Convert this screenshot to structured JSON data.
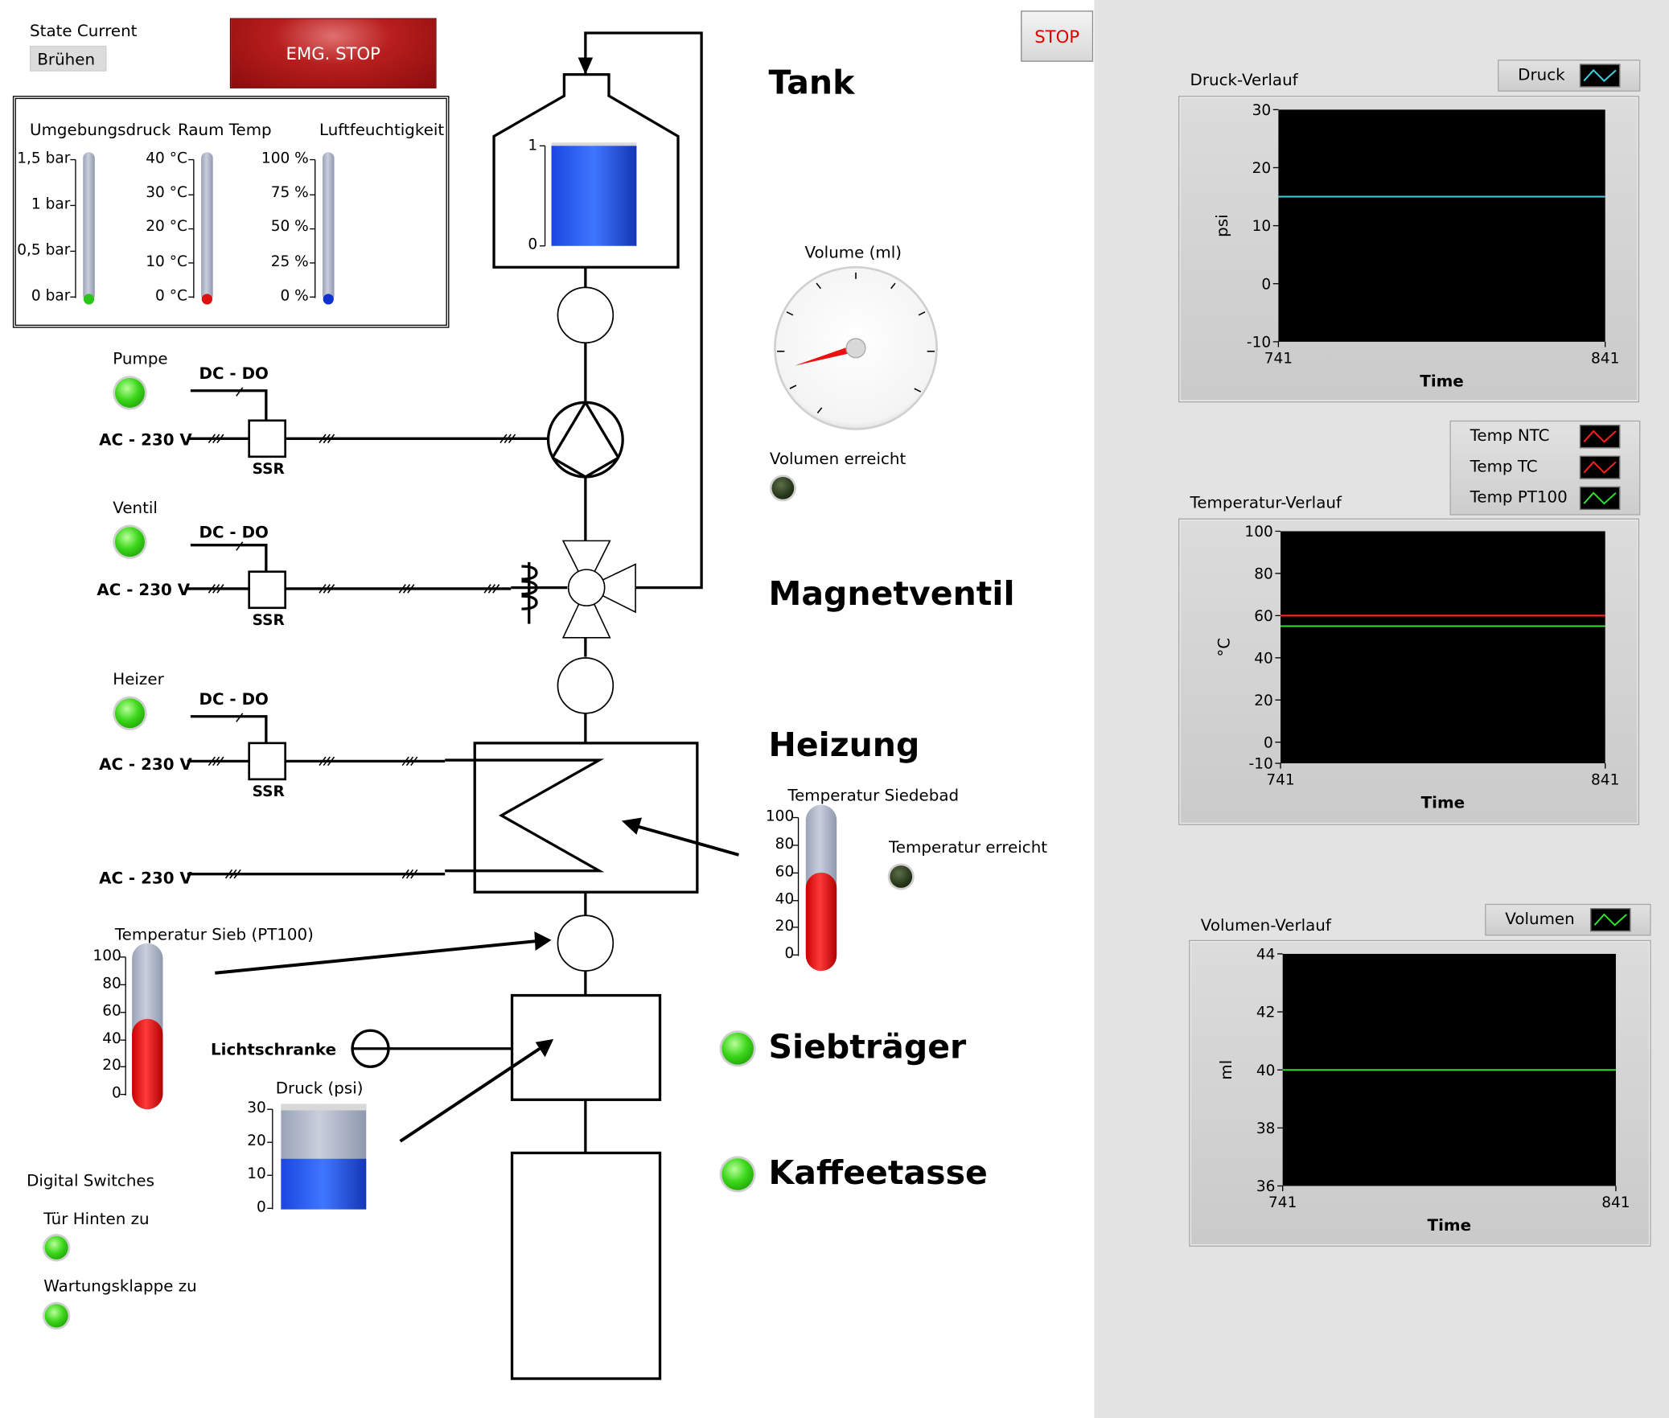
{
  "state": {
    "label": "State Current",
    "value": "Brühen"
  },
  "buttons": {
    "emg_stop": "EMG. STOP",
    "stop": "STOP"
  },
  "ambient": {
    "pressure": {
      "label": "Umgebungsdruck",
      "ticks": [
        "1,5 bar",
        "1 bar",
        "0,5 bar",
        "0 bar"
      ]
    },
    "room_temp": {
      "label": "Raum Temp",
      "ticks": [
        "40 °C",
        "30 °C",
        "20 °C",
        "10 °C",
        "0 °C"
      ]
    },
    "humidity": {
      "label": "Luftfeuchtigkeit",
      "ticks": [
        "100 %",
        "75 %",
        "50 %",
        "25 %",
        "0 %"
      ]
    }
  },
  "indicators": {
    "pump": {
      "label": "Pumpe",
      "state": "on"
    },
    "valve": {
      "label": "Ventil",
      "state": "on"
    },
    "heater": {
      "label": "Heizer",
      "state": "on"
    },
    "volume_reached": {
      "label": "Volumen erreicht",
      "state": "off"
    },
    "temp_reached": {
      "label": "Temperatur erreicht",
      "state": "off"
    },
    "portafilter": {
      "state": "on"
    },
    "cup": {
      "state": "on"
    }
  },
  "wiring": {
    "dc_do": "DC - DO",
    "ac_230": "AC - 230 V",
    "ssr": "SSR",
    "light_barrier": "Lichtschranke"
  },
  "components": {
    "tank": "Tank",
    "solenoid_valve": "Magnetventil",
    "heating": "Heizung",
    "portafilter": "Siebträger",
    "cup": "Kaffeetasse"
  },
  "tank_gauge": {
    "ticks": [
      "1",
      "0"
    ],
    "level": 1.0
  },
  "volume_gauge": {
    "label": "Volume (ml)",
    "ticks": [
      "0",
      "25",
      "50",
      "75",
      "100",
      "150",
      "175",
      "200",
      "250"
    ],
    "value": 40
  },
  "boiler_temp": {
    "label": "Temperatur Siedebad",
    "ticks": [
      "100",
      "80",
      "60",
      "40",
      "20",
      "0"
    ],
    "value": 60
  },
  "sieve_temp": {
    "label": "Temperatur Sieb (PT100)",
    "ticks": [
      "100",
      "80",
      "60",
      "40",
      "20",
      "0"
    ],
    "value": 55
  },
  "pressure_tank": {
    "label": "Druck (psi)",
    "ticks": [
      "30",
      "20",
      "10",
      "0"
    ],
    "value": 15
  },
  "digital_switches": {
    "title": "Digital Switches",
    "items": [
      {
        "label": "Tür Hinten zu",
        "state": "on"
      },
      {
        "label": "Wartungsklappe zu",
        "state": "on"
      }
    ]
  },
  "charts": {
    "pressure": {
      "title": "Druck-Verlauf",
      "legend": [
        {
          "name": "Druck",
          "color": "#3fd0e0"
        }
      ],
      "ylabel": "psi",
      "xlabel": "Time",
      "y_ticks": [
        "30",
        "20",
        "10",
        "0",
        "-10"
      ],
      "x_ticks": [
        "741",
        "841"
      ]
    },
    "temperature": {
      "title": "Temperatur-Verlauf",
      "legend": [
        {
          "name": "Temp NTC",
          "color": "#ff2020"
        },
        {
          "name": "Temp TC",
          "color": "#ff2020"
        },
        {
          "name": "Temp PT100",
          "color": "#30e030"
        }
      ],
      "ylabel": "°C",
      "xlabel": "Time",
      "y_ticks": [
        "100",
        "80",
        "60",
        "40",
        "20",
        "0",
        "-10"
      ],
      "x_ticks": [
        "741",
        "841"
      ]
    },
    "volume": {
      "title": "Volumen-Verlauf",
      "legend": [
        {
          "name": "Volumen",
          "color": "#30e030"
        }
      ],
      "ylabel": "ml",
      "xlabel": "Time",
      "y_ticks": [
        "44",
        "42",
        "40",
        "38",
        "36"
      ],
      "x_ticks": [
        "741",
        "841"
      ]
    }
  },
  "chart_data": [
    {
      "type": "line",
      "title": "Druck-Verlauf",
      "xlabel": "Time",
      "ylabel": "psi",
      "xlim": [
        741,
        841
      ],
      "ylim": [
        -10,
        30
      ],
      "series": [
        {
          "name": "Druck",
          "x": [
            741,
            841
          ],
          "values": [
            15,
            15
          ],
          "color": "#3fd0e0"
        }
      ]
    },
    {
      "type": "line",
      "title": "Temperatur-Verlauf",
      "xlabel": "Time",
      "ylabel": "°C",
      "xlim": [
        741,
        841
      ],
      "ylim": [
        -10,
        100
      ],
      "series": [
        {
          "name": "Temp NTC",
          "x": [
            741,
            841
          ],
          "values": [
            60,
            60
          ],
          "color": "#ff2020"
        },
        {
          "name": "Temp TC",
          "x": [
            741,
            841
          ],
          "values": [
            60,
            60
          ],
          "color": "#ff2020"
        },
        {
          "name": "Temp PT100",
          "x": [
            741,
            841
          ],
          "values": [
            55,
            55
          ],
          "color": "#30e030"
        }
      ]
    },
    {
      "type": "line",
      "title": "Volumen-Verlauf",
      "xlabel": "Time",
      "ylabel": "ml",
      "xlim": [
        741,
        841
      ],
      "ylim": [
        36,
        44
      ],
      "series": [
        {
          "name": "Volumen",
          "x": [
            741,
            841
          ],
          "values": [
            40,
            40
          ],
          "color": "#30e030"
        }
      ]
    }
  ]
}
